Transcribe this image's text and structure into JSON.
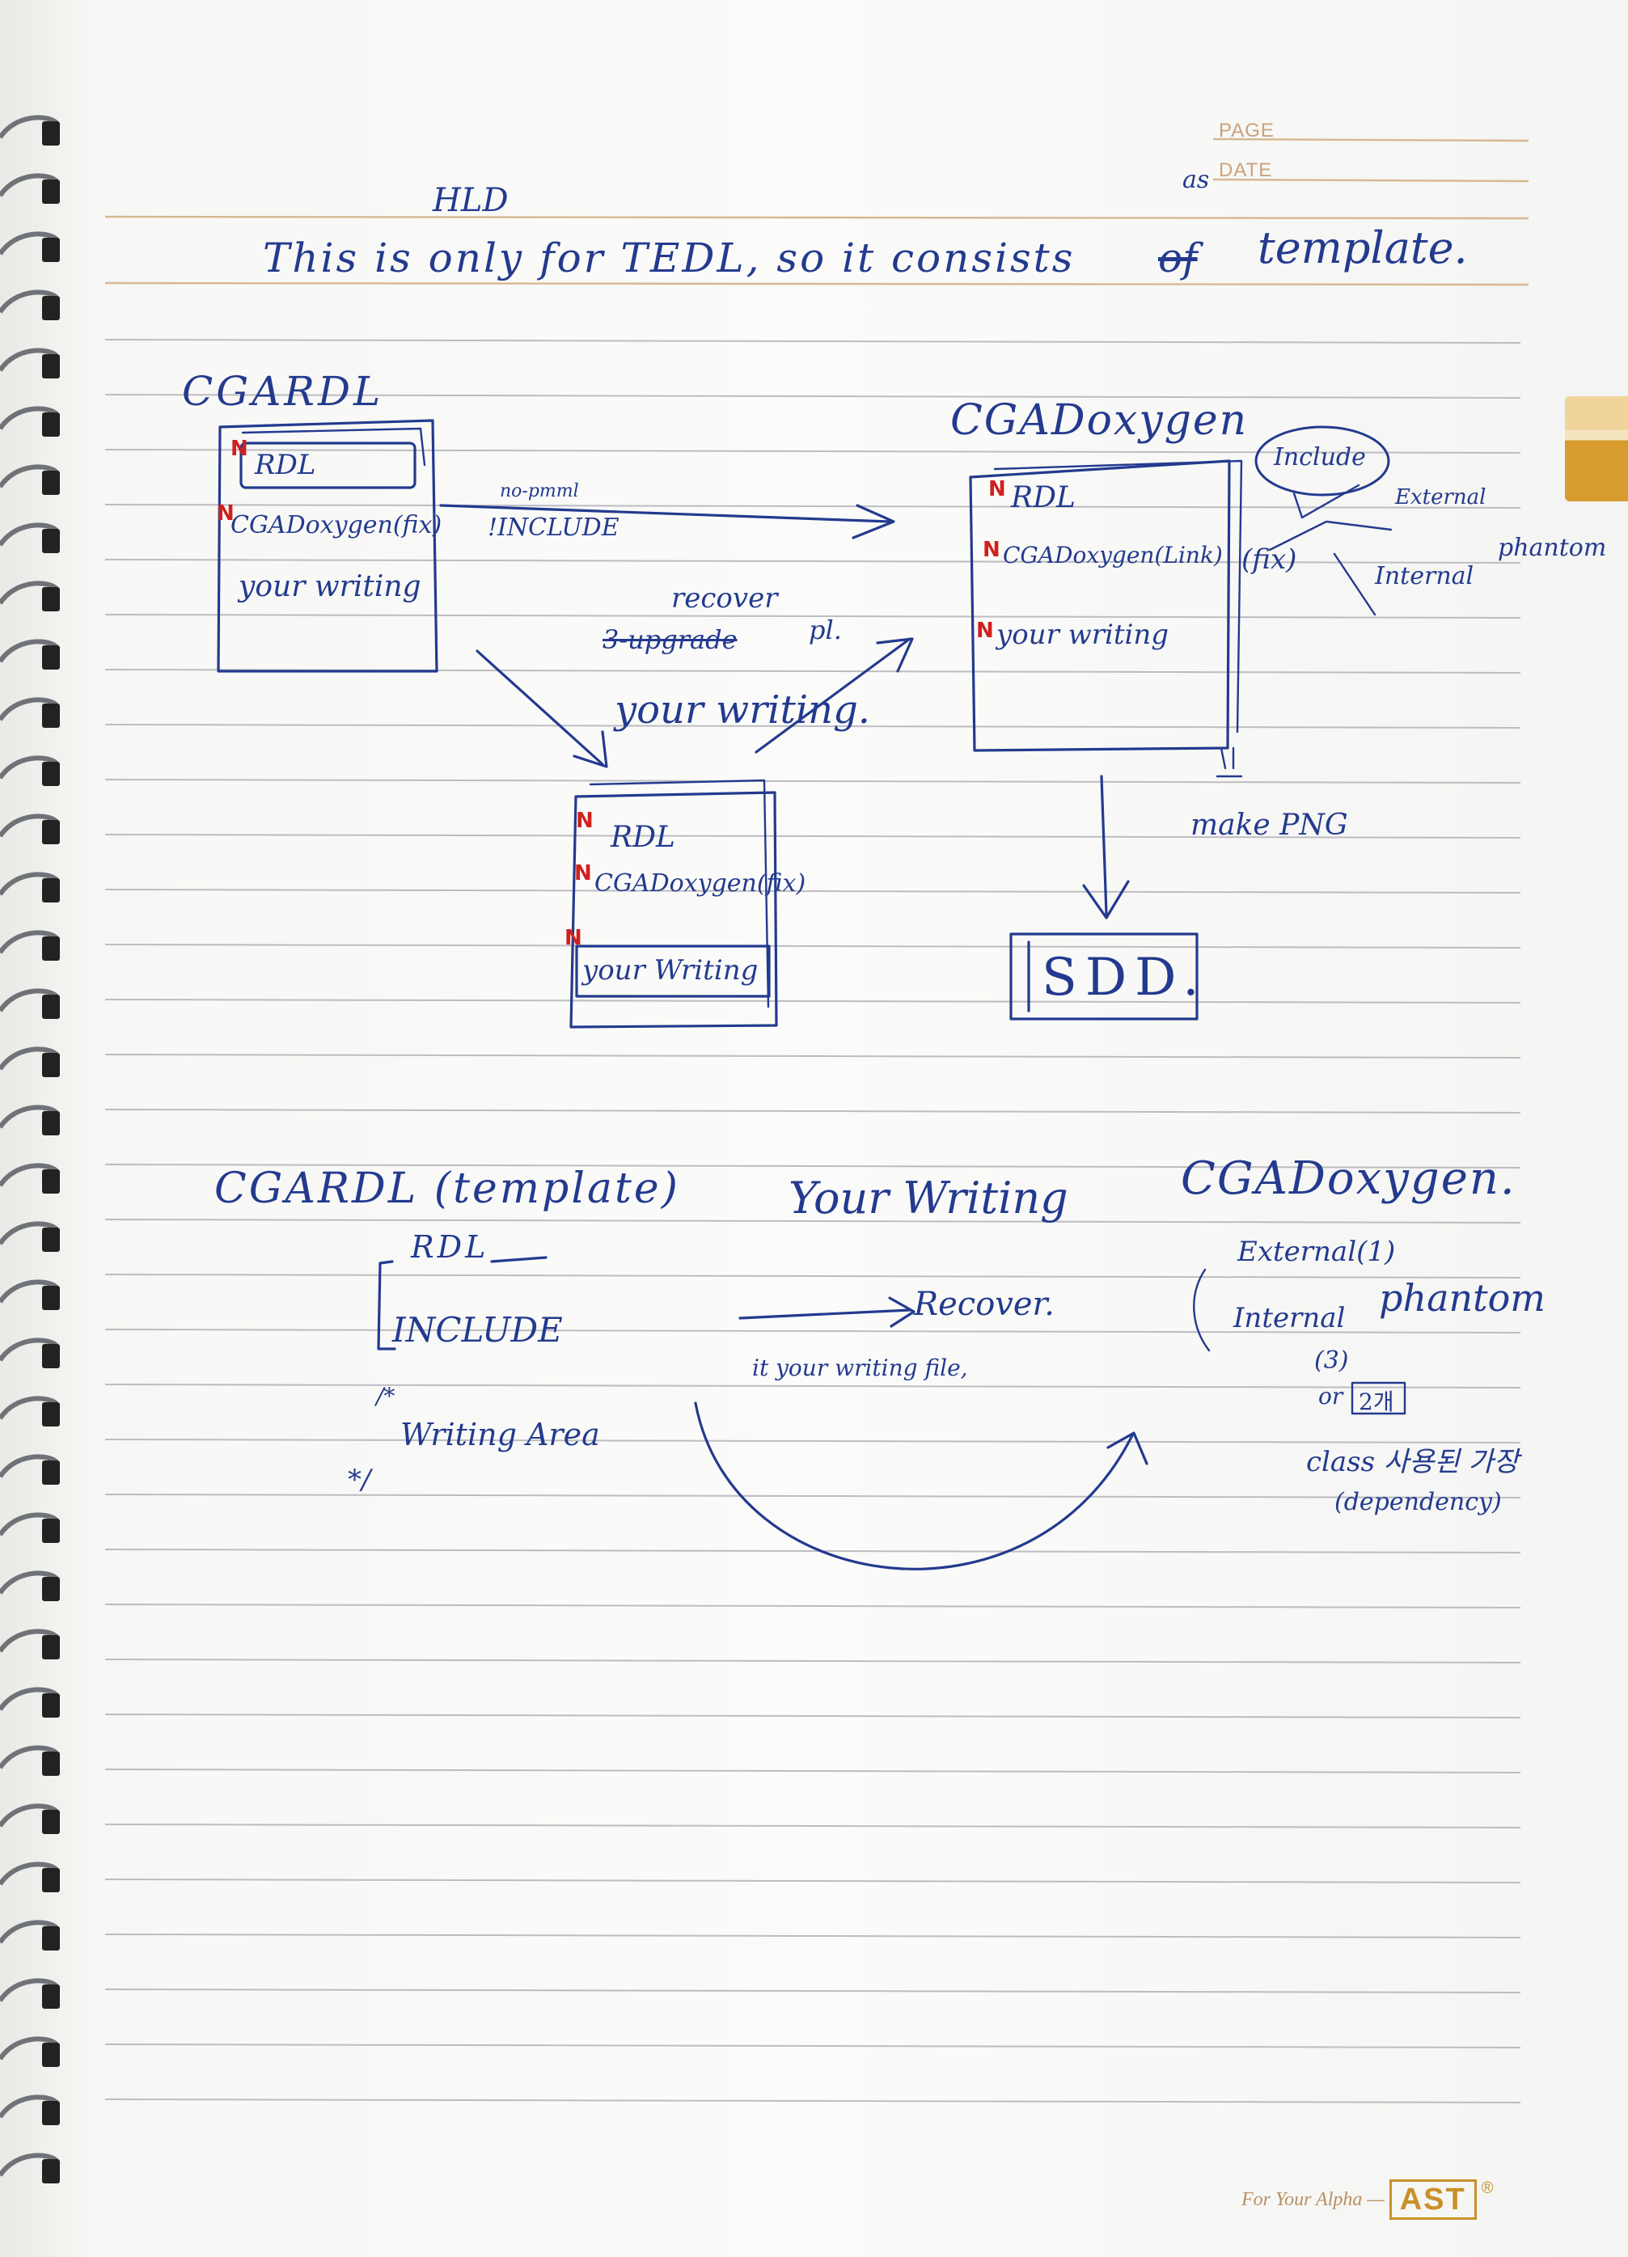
{
  "header": {
    "page_label": "PAGE",
    "date_label": "DATE"
  },
  "title": {
    "hld": "HLD",
    "main": "This is only for TEDL, so it consists",
    "as_note": "as",
    "of_strike": "of",
    "end": "template."
  },
  "top_left_box": {
    "label": "CGARDL",
    "items": [
      "RDL",
      "CGADoxygen(fix)",
      "your writing"
    ],
    "markers": [
      "N",
      "N"
    ]
  },
  "include_arrow": {
    "note": "no-pmml",
    "label": "!INCLUDE"
  },
  "recover_arrow": {
    "recover": "recover",
    "upgrade": "3-upgrade",
    "suffix": "pl.",
    "your_writing": "your writing."
  },
  "top_right_box": {
    "label": "CGADoxygen",
    "items": [
      "RDL",
      "CGADoxygen(Link)",
      "your writing"
    ],
    "fix": "(fix)",
    "markers": [
      "N",
      "N",
      "N"
    ]
  },
  "include_note": {
    "include": "Include",
    "external": "External",
    "internal": "Internal",
    "phantom": "phantom"
  },
  "make_png": {
    "label": "make PNG",
    "output": "SDD."
  },
  "middle_box": {
    "items": [
      "RDL",
      "CGADoxygen(fix)",
      "your Writing"
    ],
    "markers": [
      "N",
      "N",
      "N"
    ]
  },
  "bottom_left": {
    "title": "CGARDL (template)",
    "rdl": "RDL",
    "include": "INCLUDE",
    "comment_open": "/*",
    "area": "Writing Area",
    "comment_close": "*/"
  },
  "bottom_middle": {
    "title": "Your Writing",
    "recover": "Recover.",
    "note": "it your writing file,"
  },
  "bottom_right": {
    "title": "CGADoxygen.",
    "external": "External(1)",
    "internal": "Internal",
    "phantom": "phantom",
    "three": "(3)",
    "or": "or",
    "two": "2개",
    "class_line": "class 사용된 가장",
    "dependency": "(dependency)"
  },
  "footer": {
    "tagline": "For Your Alpha —",
    "brand": "AST",
    "reg": "®"
  }
}
